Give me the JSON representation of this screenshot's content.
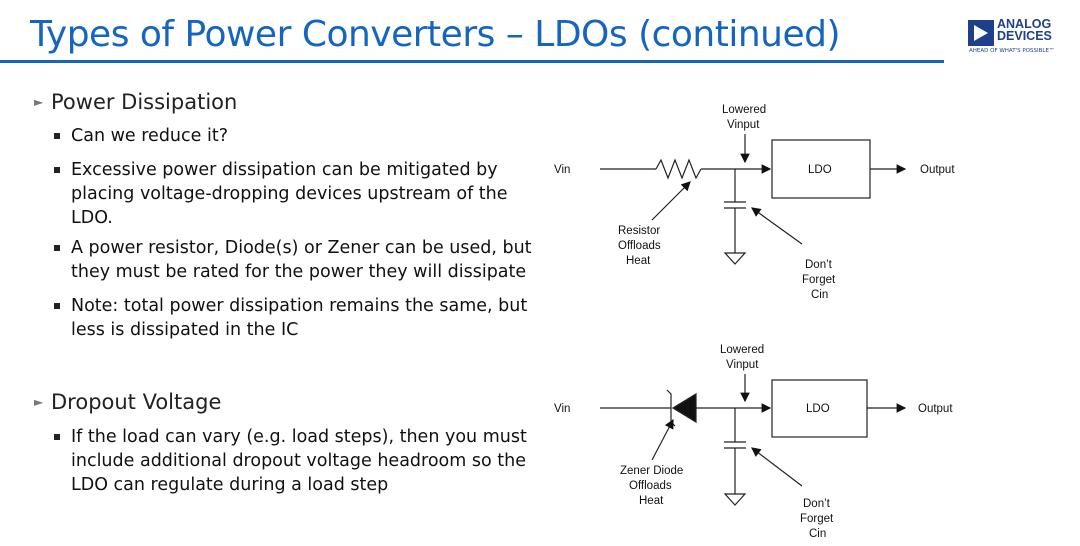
{
  "slide": {
    "title": "Types of Power Converters – LDOs (continued)",
    "logo": {
      "line1": "ANALOG",
      "line2": "DEVICES",
      "tagline": "AHEAD OF WHAT'S POSSIBLE™",
      "brand_color": "#1e3f8a"
    },
    "accent_color": "#1565c0"
  },
  "section1": {
    "heading": "Power Dissipation",
    "bullets": [
      "Can we reduce it?",
      "Excessive power dissipation can be mitigated by placing voltage-dropping devices upstream of the LDO.",
      "A power resistor, Diode(s) or Zener can be used, but they must be rated for the power they will dissipate",
      "Note: total power dissipation remains the same, but less is dissipated in the IC"
    ]
  },
  "section2": {
    "heading": "Dropout Voltage",
    "bullets": [
      "If the load can vary (e.g. load steps), then you must include additional dropout voltage headroom so the LDO can regulate during a load step"
    ]
  },
  "diagram_top": {
    "vin": "Vin",
    "ldo": "LDO",
    "output": "Output",
    "lowered_vinput": [
      "Lowered",
      "Vinput"
    ],
    "device_label": [
      "Resistor",
      "Offloads",
      "Heat"
    ],
    "cin_note": [
      "Don’t",
      "Forget",
      "Cin"
    ]
  },
  "diagram_bottom": {
    "vin": "Vin",
    "ldo": "LDO",
    "output": "Output",
    "lowered_vinput": [
      "Lowered",
      "Vinput"
    ],
    "device_label": [
      "Zener Diode",
      "Offloads",
      "Heat"
    ],
    "cin_note": [
      "Don’t",
      "Forget",
      "Cin"
    ]
  }
}
